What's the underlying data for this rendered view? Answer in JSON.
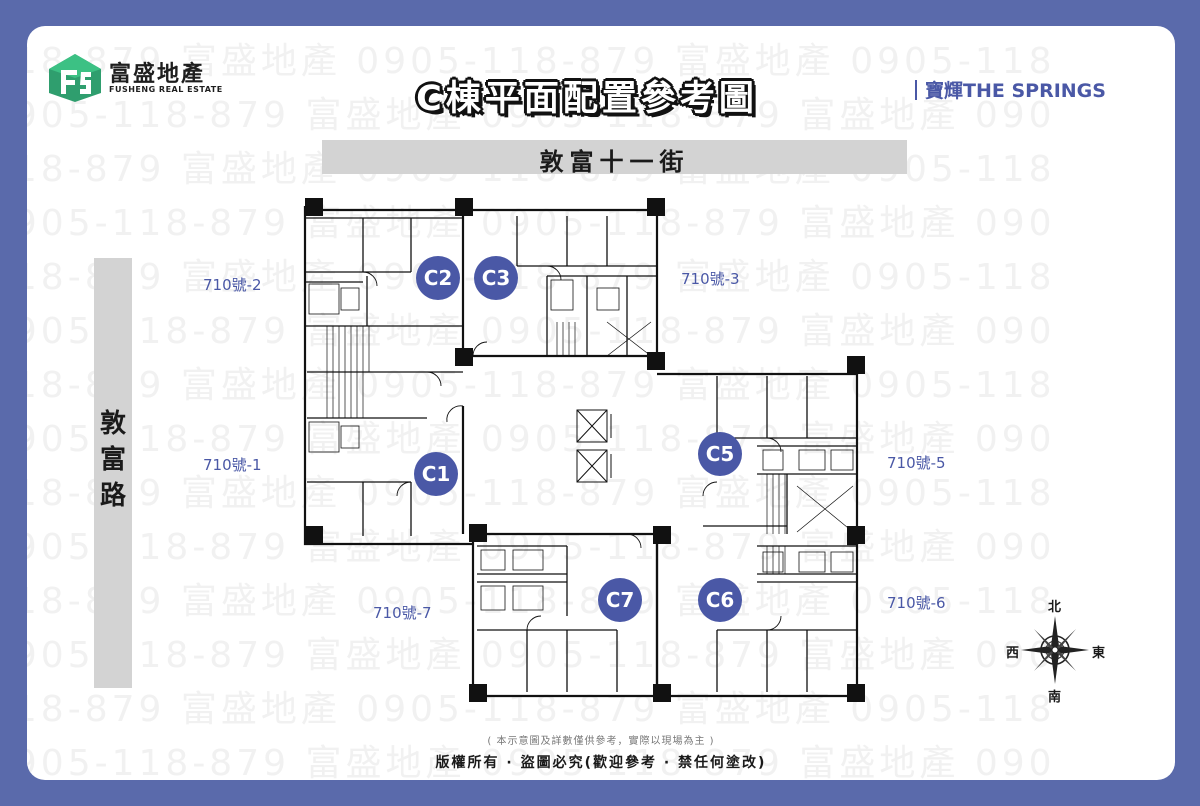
{
  "header": {
    "logo_name": "富盛地產",
    "logo_subtitle": "FUSHENG REAL ESTATE",
    "title": "C棟平面配置參考圖",
    "project": "寶輝THE SPRINGS"
  },
  "streets": {
    "top": "敦富十一街",
    "left": "敦\n富\n路"
  },
  "units": [
    {
      "id": "C1",
      "label": "C1"
    },
    {
      "id": "C2",
      "label": "C2"
    },
    {
      "id": "C3",
      "label": "C3"
    },
    {
      "id": "C5",
      "label": "C5"
    },
    {
      "id": "C6",
      "label": "C6"
    },
    {
      "id": "C7",
      "label": "C7"
    }
  ],
  "addresses": {
    "a2": "710號-2",
    "a3": "710號-3",
    "a1": "710號-1",
    "a5": "710號-5",
    "a6": "710號-6",
    "a7": "710號-7"
  },
  "compass": {
    "north": "北",
    "south": "南",
    "east": "東",
    "west": "西"
  },
  "watermark": {
    "lines": [
      "118-879  富盛地產 0905-118-879  富盛地產 0905-118",
      "0905-118-879  富盛地產 0905-118-879  富盛地產 090",
      "118-879  富盛地產 0905-118-879  富盛地產 0905-118",
      "0905-118-879  富盛地產 0905-118-879  富盛地產 090",
      "118-879  富盛地產 0905-118-879  富盛地產 0905-118",
      "0905-118-879  富盛地產 0905-118-879  富盛地產 090",
      "118-879  富盛地產 0905-118-879  富盛地產 0905-118",
      "0905-118-879  富盛地產 0905-118-879  富盛地產 090",
      "118-879  富盛地產 0905-118-879  富盛地產 0905-118",
      "0905-118-879  富盛地產 0905-118-879  富盛地產 090",
      "118-879  富盛地產 0905-118-879  富盛地產 0905-118",
      "0905-118-879  富盛地產 0905-118-879  富盛地產 090",
      "118-879  富盛地產 0905-118-879  富盛地產 0905-118",
      "0905-118-879  富盛地產 0905-118-879  富盛地產 090",
      "118-879  富盛地產 0905-118-879  富盛地產 0905-118"
    ]
  },
  "footer": {
    "note": "( 本示意圖及詳數僅供參考，實際以現場為主 )",
    "copyright": "版權所有 · 盜圖必究(歡迎參考 · 禁任何塗改)"
  },
  "colors": {
    "frame": "#5a6aab",
    "accent": "#4a58a6",
    "wall": "#111111",
    "street": "#d3d3d3"
  }
}
